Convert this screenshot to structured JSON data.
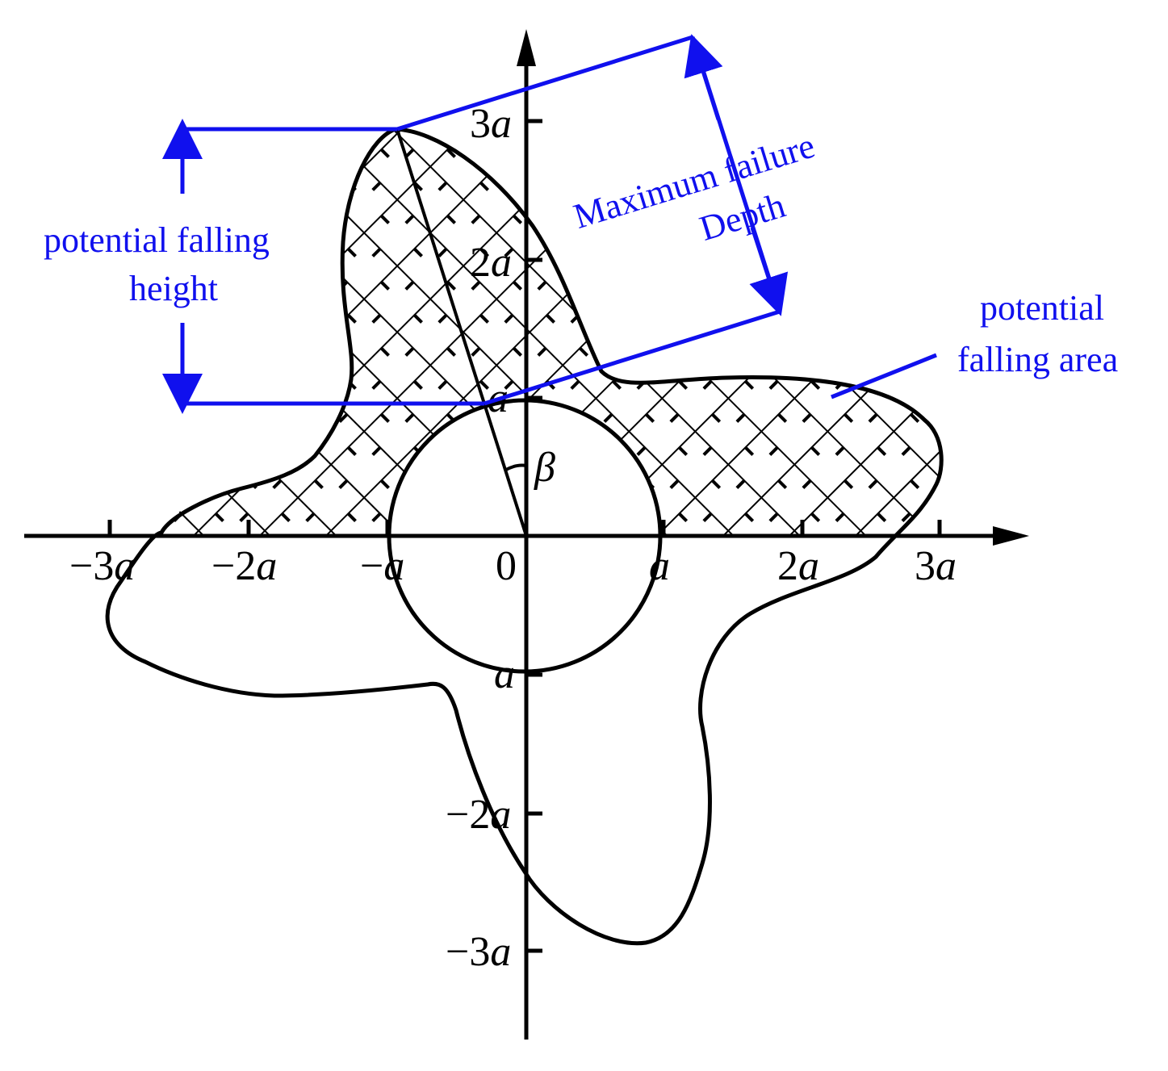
{
  "colors": {
    "ink": "#000000",
    "annotation": "#1010ee",
    "background": "#ffffff"
  },
  "axes": {
    "x_ticks": [
      {
        "num": "−3",
        "var": "a"
      },
      {
        "num": "−2",
        "var": "a"
      },
      {
        "num": "−",
        "var": "a"
      },
      {
        "num": "2",
        "var": "a"
      },
      {
        "num": "3",
        "var": "a"
      }
    ],
    "x_a_label": "a",
    "origin_label": "0",
    "y_ticks": [
      {
        "num": "3",
        "var": "a"
      },
      {
        "num": "2",
        "var": "a"
      },
      {
        "num": "",
        "var": "a"
      },
      {
        "num": "",
        "var": "−a"
      },
      {
        "num": "−2",
        "var": "a"
      },
      {
        "num": "−3",
        "var": "a"
      }
    ],
    "angle_label": "β"
  },
  "annotations": {
    "falling_height": {
      "line1": "potential falling",
      "line2": "height"
    },
    "max_depth": {
      "line1": "Maximum failure",
      "line2": "Depth"
    },
    "falling_area": {
      "line1": "potential",
      "line2": "falling area"
    }
  },
  "shapes": {
    "opening": "circular tunnel of radius a",
    "failure_zone": "hatched potential falling area above x-axis",
    "icon": "crosshatch-pattern"
  }
}
